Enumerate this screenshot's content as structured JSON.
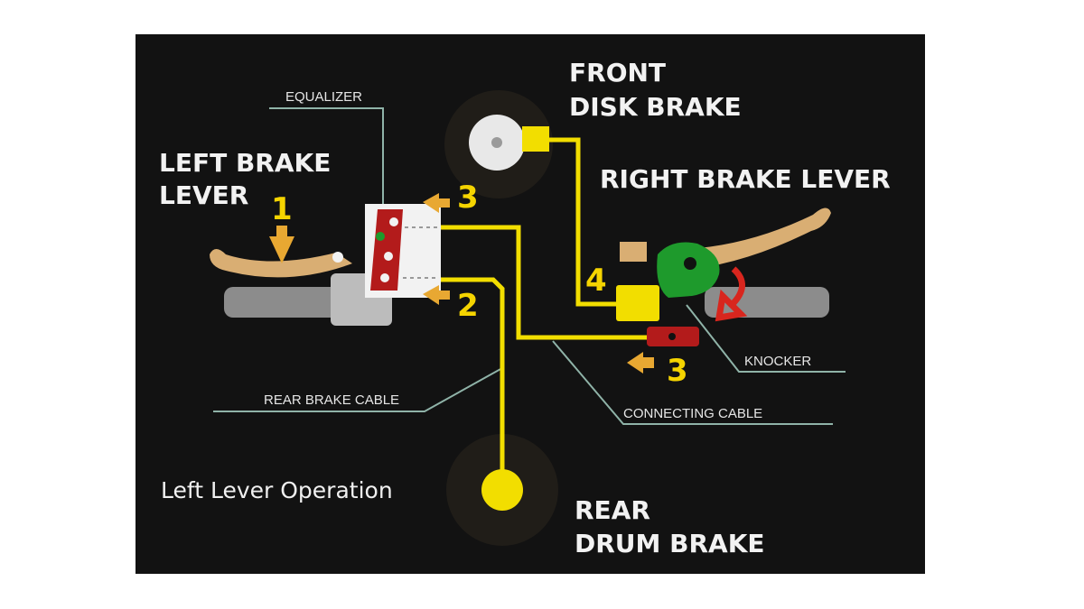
{
  "labels": {
    "front_disk_brake": [
      "FRONT",
      "DISK BRAKE"
    ],
    "left_brake_lever": [
      "LEFT BRAKE",
      "LEVER"
    ],
    "right_brake_lever": "RIGHT BRAKE LEVER",
    "rear_drum_brake": [
      "REAR",
      "DRUM BRAKE"
    ],
    "equalizer": "EQUALIZER",
    "rear_brake_cable": "REAR BRAKE CABLE",
    "connecting_cable": "CONNECTING CABLE",
    "knocker": "KNOCKER",
    "caption": "Left Lever Operation"
  },
  "steps": {
    "left_lever_press": "1",
    "to_rear": "2",
    "to_connecting_upper": "3",
    "to_front": "4",
    "to_connecting_lower": "3"
  },
  "colors": {
    "background": "#121212",
    "cable_yellow": "#f2de00",
    "leader_line": "#8fb3a8",
    "label_text": "#f2f2f2",
    "lever_tan": "#d9ae73",
    "equalizer_red": "#b31b1b",
    "knocker_green": "#1e9a2c"
  }
}
